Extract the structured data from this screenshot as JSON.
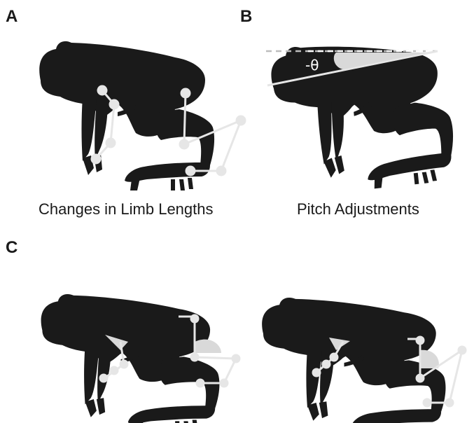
{
  "panels": {
    "a": {
      "letter": "A",
      "caption": "Changes in Limb Lengths"
    },
    "b": {
      "letter": "B",
      "caption": "Pitch Adjustments",
      "angle_label": "-θ"
    },
    "c": {
      "letter": "C"
    }
  },
  "colors": {
    "silhouette": "#1a1a1a",
    "joint": "#e6e6e6",
    "highlight": "#d9d9d9",
    "dashed": "#bdbdbd"
  }
}
